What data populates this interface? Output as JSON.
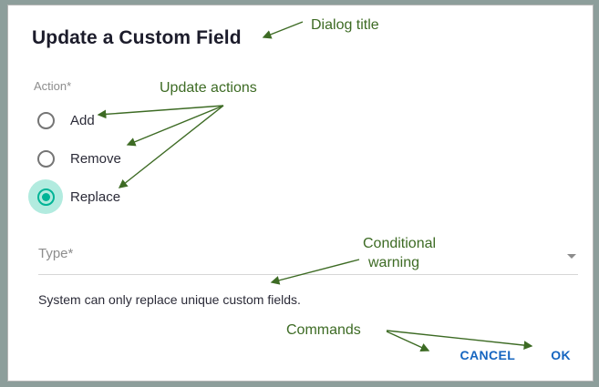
{
  "dialog": {
    "title": "Update a Custom Field",
    "action_group_label": "Action*",
    "radios": [
      {
        "label": "Add",
        "selected": false
      },
      {
        "label": "Remove",
        "selected": false
      },
      {
        "label": "Replace",
        "selected": true
      }
    ],
    "type_field": {
      "label": "Type*",
      "value": "",
      "dropdown_icon": "chevron-down-icon"
    },
    "warning": "System can only replace unique custom fields.",
    "buttons": {
      "cancel": "CANCEL",
      "ok": "OK"
    }
  },
  "annotations": [
    {
      "text": "Dialog title"
    },
    {
      "text": "Update actions"
    },
    {
      "text": "Conditional"
    },
    {
      "text": "warning"
    },
    {
      "text": "Commands"
    }
  ],
  "colors": {
    "accent_teal": "#00b496",
    "ripple_teal": "#b2ebdf",
    "button_blue": "#1565c0",
    "annotation_green": "#3d6b24",
    "label_gray": "#8d8d8d",
    "text_dark": "#2b2b38",
    "dialog_bg": "#ffffff",
    "backdrop": "#8d9e9b"
  }
}
